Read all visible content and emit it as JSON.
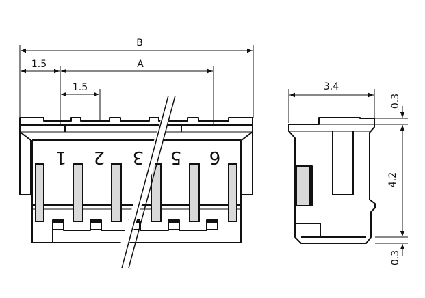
{
  "front_view": {
    "dimensions": {
      "overall_width": "B",
      "pin_span": "A",
      "edge_to_first_pin": "1.5",
      "pin_pitch": "1.5"
    },
    "pin_numbers": [
      "1",
      "2",
      "3",
      "5",
      "6"
    ]
  },
  "side_view": {
    "dimensions": {
      "depth": "3.4",
      "top_step": "0.3",
      "body_height": "4.2",
      "bottom_step": "0.3"
    }
  }
}
